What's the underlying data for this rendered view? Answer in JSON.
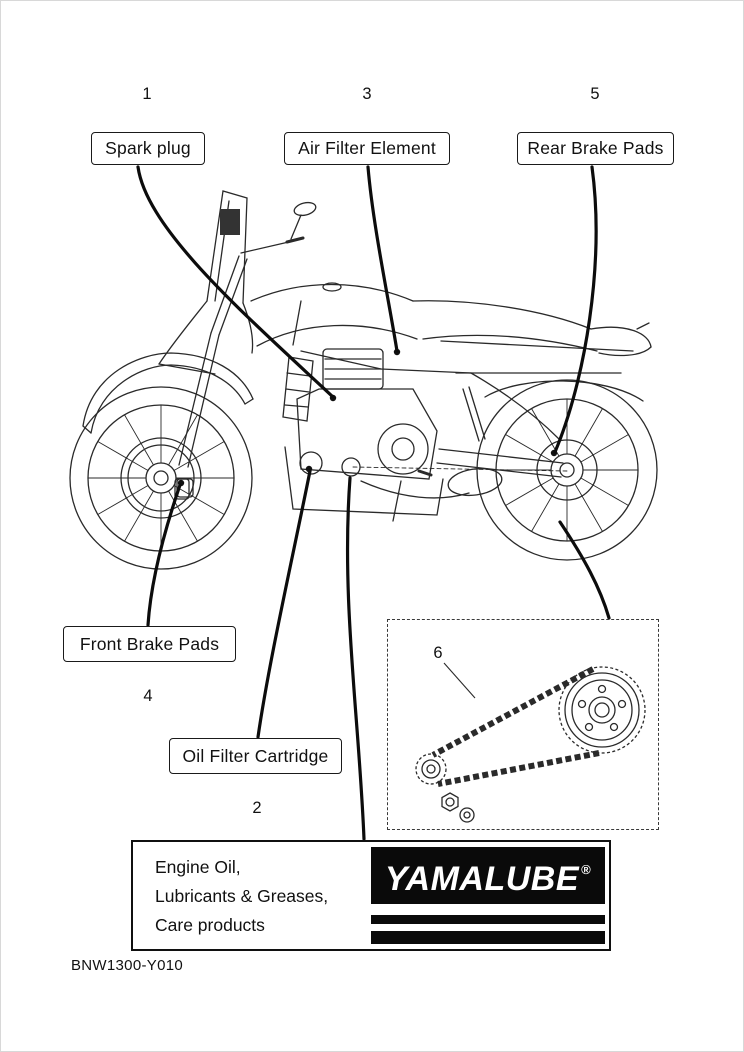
{
  "page": {
    "drawing_number": "BNW1300-Y010"
  },
  "colors": {
    "ink": "#111111",
    "paper": "#ffffff",
    "logo_bg": "#0a0a0a",
    "logo_text": "#ffffff"
  },
  "callouts": [
    {
      "num": "1",
      "label": "Spark plug"
    },
    {
      "num": "2",
      "label": "Oil Filter Cartridge"
    },
    {
      "num": "3",
      "label": "Air Filter Element"
    },
    {
      "num": "4",
      "label": "Front Brake Pads"
    },
    {
      "num": "5",
      "label": "Rear Brake Pads"
    },
    {
      "num": "6"
    }
  ],
  "bottom_box": {
    "lines": [
      "Engine Oil,",
      "Lubricants & Greases,",
      "Care products"
    ],
    "brand": "YAMALUBE",
    "registered_mark": "®"
  },
  "illustrations": {
    "main": "motorcycle-side-view-line-drawing",
    "inset": "drive-chain-and-sprockets"
  }
}
